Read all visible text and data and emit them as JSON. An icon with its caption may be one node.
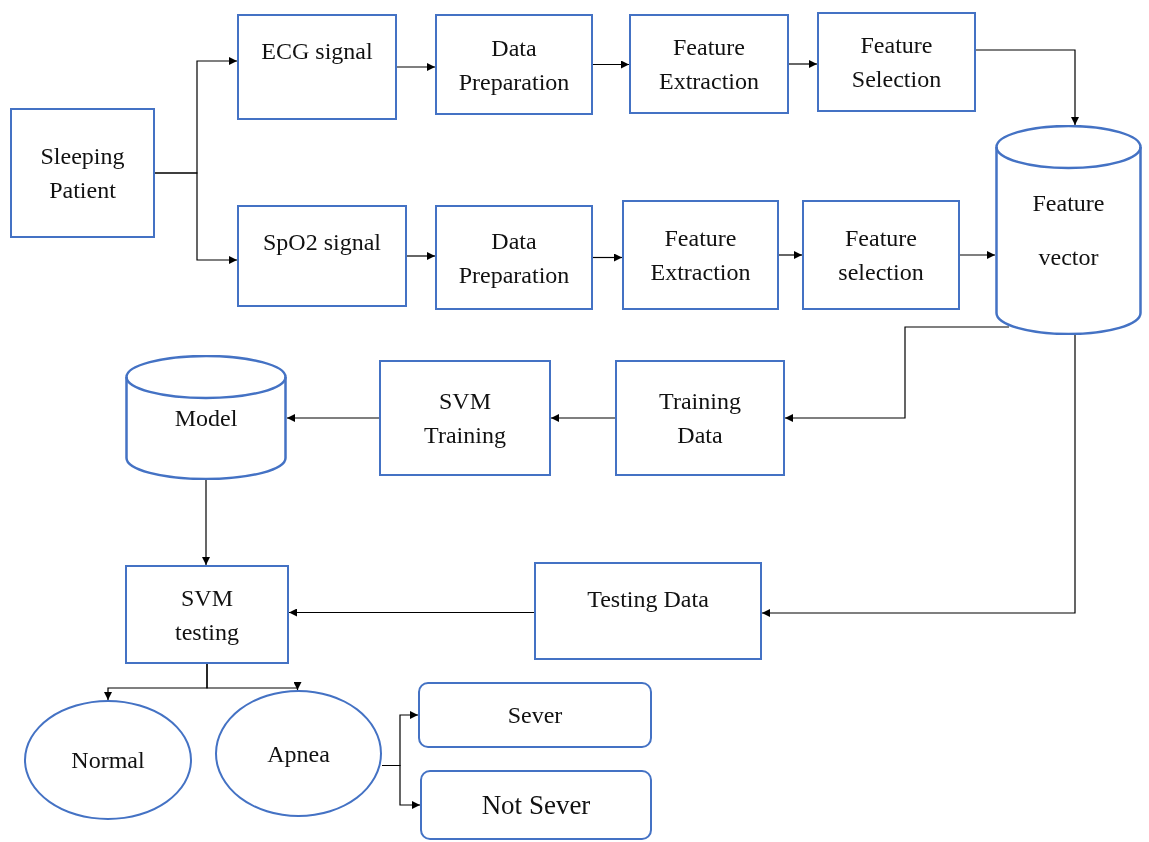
{
  "diagram": {
    "nodes": [
      {
        "text": [
          "Sleeping Patient"
        ]
      },
      {
        "text": [
          "ECG signal"
        ]
      },
      {
        "text": [
          "Data Preparation"
        ]
      },
      {
        "text": [
          "Feature Extraction"
        ]
      },
      {
        "text": [
          "Feature Selection"
        ]
      },
      {
        "text": [
          "SpO2 signal"
        ]
      },
      {
        "text": [
          "Data Preparation"
        ]
      },
      {
        "text": [
          "Feature Extraction"
        ]
      },
      {
        "text": [
          "Feature selection"
        ]
      },
      {
        "text": [
          "Feature vector"
        ]
      },
      {
        "text": [
          "Model"
        ]
      },
      {
        "text": [
          "SVM Training"
        ]
      },
      {
        "text": [
          "Training Data"
        ]
      },
      {
        "text": [
          "SVM testing"
        ]
      },
      {
        "text": [
          "Testing Data"
        ]
      },
      {
        "text": [
          "Normal"
        ]
      },
      {
        "text": [
          "Apnea"
        ]
      },
      {
        "text": [
          "Sever"
        ]
      },
      {
        "text": [
          "Not Sever"
        ]
      }
    ],
    "edges": [
      {
        "from": 0,
        "to": 1,
        "arrow": "to"
      },
      {
        "from": 0,
        "to": 5,
        "arrow": "to"
      },
      {
        "from": 1,
        "to": 2,
        "arrow": "to"
      },
      {
        "from": 2,
        "to": 3,
        "arrow": "to"
      },
      {
        "from": 3,
        "to": 4,
        "arrow": "to"
      },
      {
        "from": 4,
        "to": 9,
        "arrow": "to"
      },
      {
        "from": 5,
        "to": 6,
        "arrow": "to"
      },
      {
        "from": 6,
        "to": 7,
        "arrow": "to"
      },
      {
        "from": 7,
        "to": 8,
        "arrow": "to"
      },
      {
        "from": 8,
        "to": 9,
        "arrow": "to"
      },
      {
        "from": 9,
        "to": 12,
        "arrow": "to"
      },
      {
        "from": 9,
        "to": 14,
        "arrow": "to"
      },
      {
        "from": 12,
        "to": 11,
        "arrow": "to"
      },
      {
        "from": 11,
        "to": 10,
        "arrow": "to"
      },
      {
        "from": 10,
        "to": 13,
        "arrow": "to"
      },
      {
        "from": 14,
        "to": 13,
        "arrow": "to"
      },
      {
        "from": 13,
        "to": 15,
        "arrow": "to"
      },
      {
        "from": 13,
        "to": 16,
        "arrow": "to"
      },
      {
        "from": 16,
        "to": 17,
        "arrow": "to"
      },
      {
        "from": 16,
        "to": 18,
        "arrow": "to"
      }
    ]
  }
}
